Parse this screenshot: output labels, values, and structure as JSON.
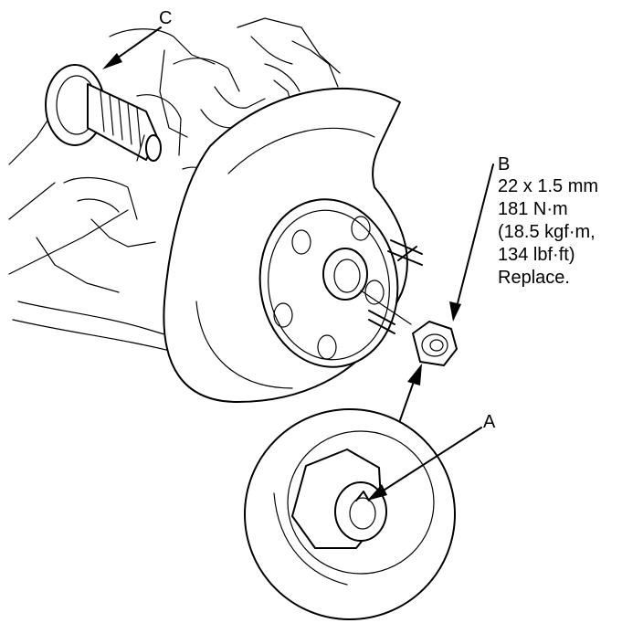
{
  "labels": {
    "a": "A",
    "b": "B",
    "c": "C"
  },
  "spec_b": [
    "22 x 1.5 mm",
    "181 N·m",
    "(18.5 kgf·m,",
    "134 lbf·ft)",
    "Replace."
  ],
  "colors": {
    "line": "#000000",
    "background": "#ffffff"
  }
}
